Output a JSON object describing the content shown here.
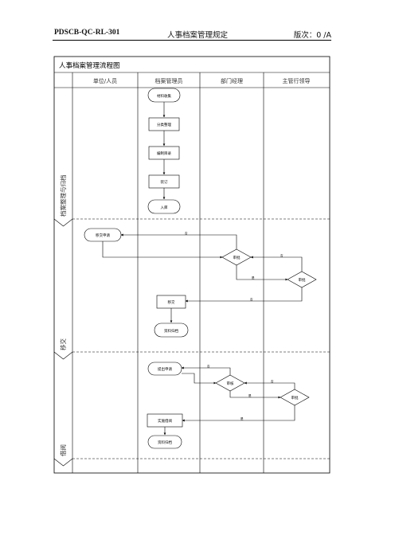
{
  "header": {
    "doc_code": "PDSCB-QC-RL-301",
    "doc_title": "人事档案管理规定",
    "version": "版次：0 /A"
  },
  "chart": {
    "title": "人事档案管理流程图",
    "lanes": [
      "单位/人员",
      "档案管理员",
      "部门经理",
      "主管行领导"
    ],
    "phases": [
      "档案整理与归档",
      "移交",
      "借阅"
    ],
    "phase1": {
      "start": "材料收集",
      "step1": "分类整理",
      "step2": "编制目录",
      "step3": "装订",
      "end": "入库"
    },
    "phase2": {
      "start": "移交申请",
      "dept_review": "审批",
      "leader_review": "审批",
      "transfer": "移交",
      "end": "资料归档",
      "label_no_1": "否",
      "label_no_2": "否",
      "label_no_3": "否",
      "label_yes": "是"
    },
    "phase3": {
      "start": "提出申请",
      "dept_review": "审核",
      "leader_review": "审批",
      "lend": "实施借阅",
      "end": "资料归档",
      "label_no_1": "否",
      "label_no_2": "否",
      "label_yes_1": "是",
      "label_yes_2": "是"
    }
  }
}
